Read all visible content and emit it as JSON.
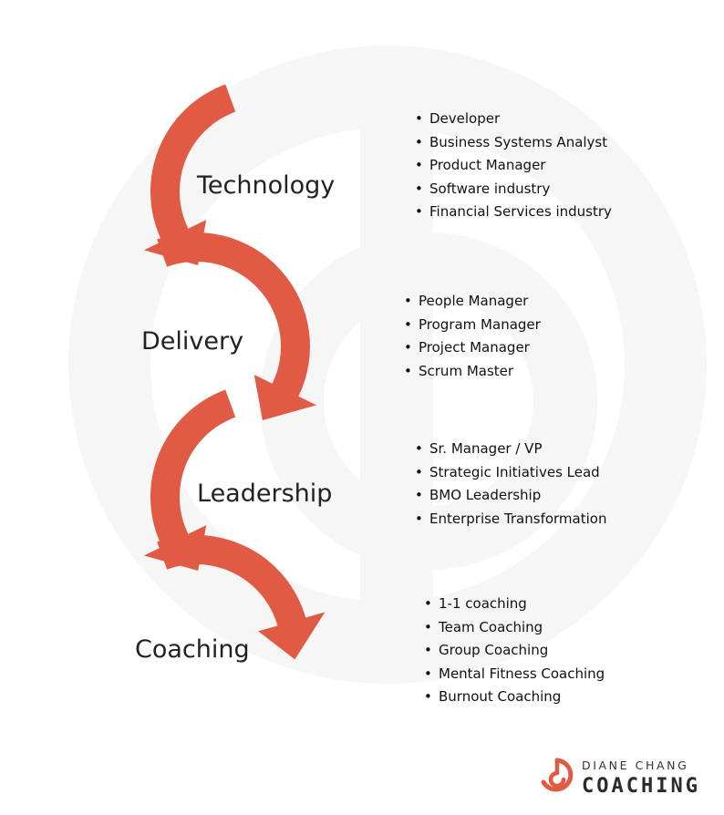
{
  "colors": {
    "arrow": "#e05a44",
    "watermark": "#f6f6f6",
    "text": "#222222"
  },
  "stages": [
    {
      "label": "Technology",
      "bullets": [
        "Developer",
        "Business Systems Analyst",
        "Product Manager",
        "Software industry",
        "Financial Services industry"
      ]
    },
    {
      "label": "Delivery",
      "bullets": [
        "People Manager",
        "Program Manager",
        "Project Manager",
        "Scrum Master"
      ]
    },
    {
      "label": "Leadership",
      "bullets": [
        "Sr. Manager / VP",
        "Strategic Initiatives Lead",
        "BMO Leadership",
        "Enterprise Transformation"
      ]
    },
    {
      "label": "Coaching",
      "bullets": [
        "1-1 coaching",
        "Team Coaching",
        "Group Coaching",
        "Mental Fitness Coaching",
        "Burnout Coaching"
      ]
    }
  ],
  "logo": {
    "line1": "DIANE CHANG",
    "line2": "COACHING",
    "icon": "dc-monogram-icon"
  }
}
